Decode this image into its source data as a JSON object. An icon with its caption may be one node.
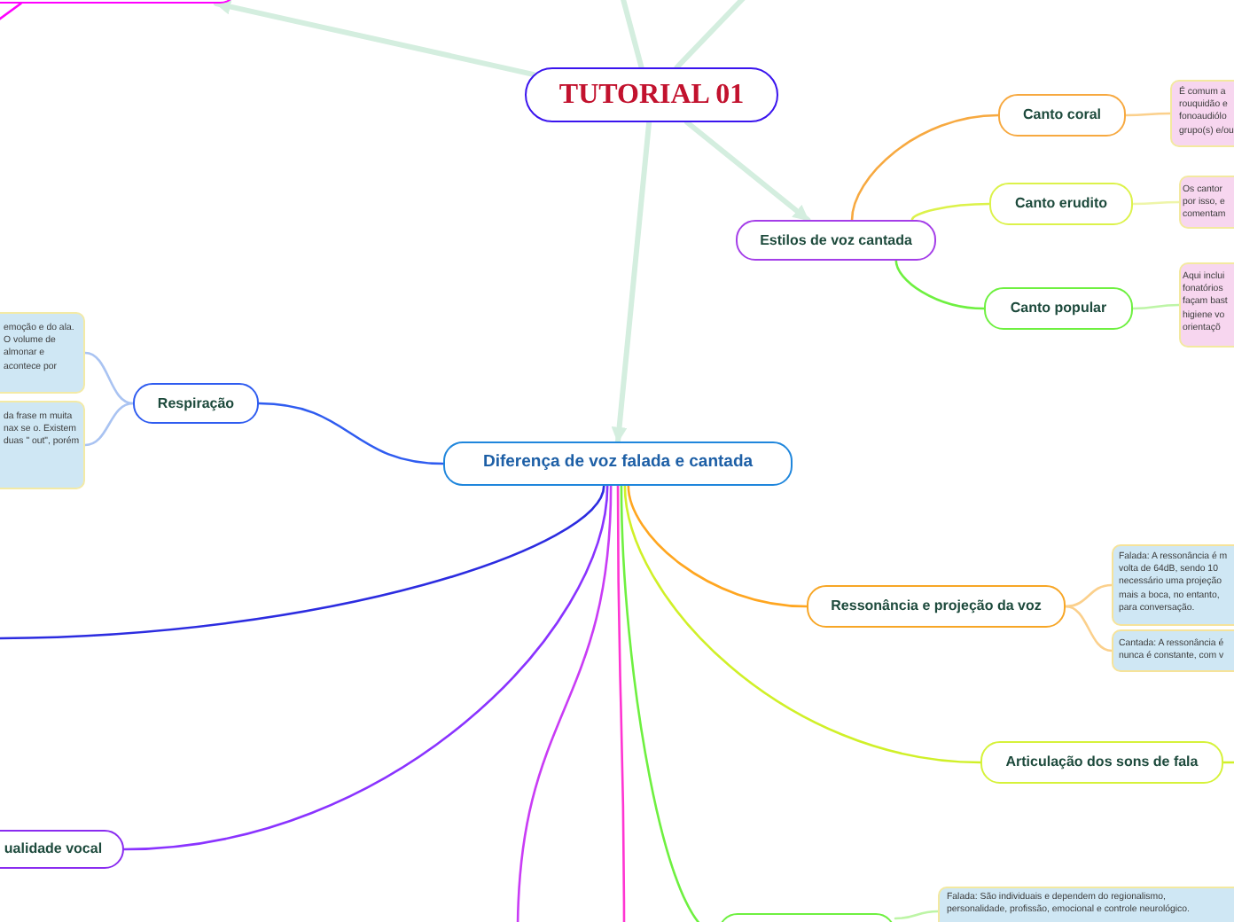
{
  "diagram": {
    "nodes": [
      {
        "text": [
          "TUTORIAL 01"
        ]
      },
      {
        "text": [],
        "shape": "box"
      },
      {
        "text": [
          "Estilos de voz cantada"
        ]
      },
      {
        "text": [
          "Canto coral"
        ]
      },
      {
        "text": [
          "Canto erudito"
        ]
      },
      {
        "text": [
          "Canto popular"
        ]
      },
      {
        "text": [
          "É comum a rouquidão e fonoaudiólo grupo(s) e/ou"
        ]
      },
      {
        "text": [
          "Os cantor por isso, e comentam"
        ]
      },
      {
        "text": [
          "Aqui inclui fonatórios façam bast higiene vo orientaçõ"
        ]
      },
      {
        "text": [
          "Diferença de voz falada e cantada"
        ]
      },
      {
        "text": [
          "Respiração"
        ]
      },
      {
        "text": [
          "emoção e do ala. O volume de almonar e acontece por"
        ]
      },
      {
        "text": [
          "da frase m muita nax se o. Existem duas \" out\", porém"
        ]
      },
      {
        "text": [
          "Ressonância e projeção da voz"
        ]
      },
      {
        "text": [
          "Falada: A ressonância é m volta de 64dB, sendo 10 necessário uma projeção mais a boca, no entanto, para conversação."
        ]
      },
      {
        "text": [
          "Cantada: A ressonância é nunca é constante, com v"
        ]
      },
      {
        "text": [
          "Articulação dos sons de fala"
        ]
      },
      {
        "text": [
          "ualidade vocal"
        ]
      },
      {
        "text": [],
        "shape": "box"
      },
      {
        "text": [
          "Falada: São individuais e dependem do regionalismo, personalidade, profissão, emocional e controle neurológico."
        ]
      }
    ],
    "edges": [
      {
        "from": 0,
        "to": 1,
        "arrow": "to",
        "style": "thick",
        "color": "#d4eedf"
      },
      {
        "from": 0,
        "to": null,
        "arrow": "none",
        "style": "thick",
        "color": "#d4eedf"
      },
      {
        "from": 0,
        "to": null,
        "arrow": "none",
        "style": "thick",
        "color": "#d4eedf"
      },
      {
        "from": 0,
        "to": 2,
        "arrow": "to",
        "style": "thick",
        "color": "#d4eedf"
      },
      {
        "from": 0,
        "to": 9,
        "arrow": "to",
        "style": "thick",
        "color": "#d4eedf"
      },
      {
        "from": 1,
        "to": null,
        "arrow": "none",
        "color": "#ff00ff"
      },
      {
        "from": 2,
        "to": 3,
        "arrow": "none",
        "color": "#f7a940"
      },
      {
        "from": 2,
        "to": 4,
        "arrow": "none",
        "color": "#dcf24a"
      },
      {
        "from": 2,
        "to": 5,
        "arrow": "none",
        "color": "#6ef040"
      },
      {
        "from": 3,
        "to": 6,
        "arrow": "none",
        "color": "#fbd08c"
      },
      {
        "from": 4,
        "to": 7,
        "arrow": "none",
        "color": "#eef5a8"
      },
      {
        "from": 5,
        "to": 8,
        "arrow": "none",
        "color": "#bdf5a6"
      },
      {
        "from": 9,
        "to": 10,
        "arrow": "none",
        "color": "#2f5cf0"
      },
      {
        "from": 10,
        "to": 11,
        "arrow": "none",
        "color": "#a9c3f2"
      },
      {
        "from": 10,
        "to": 12,
        "arrow": "none",
        "color": "#a9c3f2"
      },
      {
        "from": 9,
        "to": null,
        "arrow": "none",
        "color": "#2c2ce0"
      },
      {
        "from": 9,
        "to": 17,
        "arrow": "none",
        "color": "#8a33ff"
      },
      {
        "from": 9,
        "to": null,
        "arrow": "none",
        "color": "#c93cf5"
      },
      {
        "from": 9,
        "to": null,
        "arrow": "none",
        "color": "#ff35d2"
      },
      {
        "from": 9,
        "to": 18,
        "arrow": "none",
        "color": "#6ef040"
      },
      {
        "from": 9,
        "to": 16,
        "arrow": "none",
        "color": "#d0f028"
      },
      {
        "from": 9,
        "to": 13,
        "arrow": "none",
        "color": "#ffa620"
      },
      {
        "from": 13,
        "to": 14,
        "arrow": "none",
        "color": "#fbd08c"
      },
      {
        "from": 13,
        "to": 15,
        "arrow": "none",
        "color": "#fbd08c"
      },
      {
        "from": 16,
        "to": null,
        "arrow": "none",
        "color": "#d0f028"
      },
      {
        "from": 18,
        "to": 19,
        "arrow": "none",
        "color": "#bdf5a6"
      }
    ]
  }
}
